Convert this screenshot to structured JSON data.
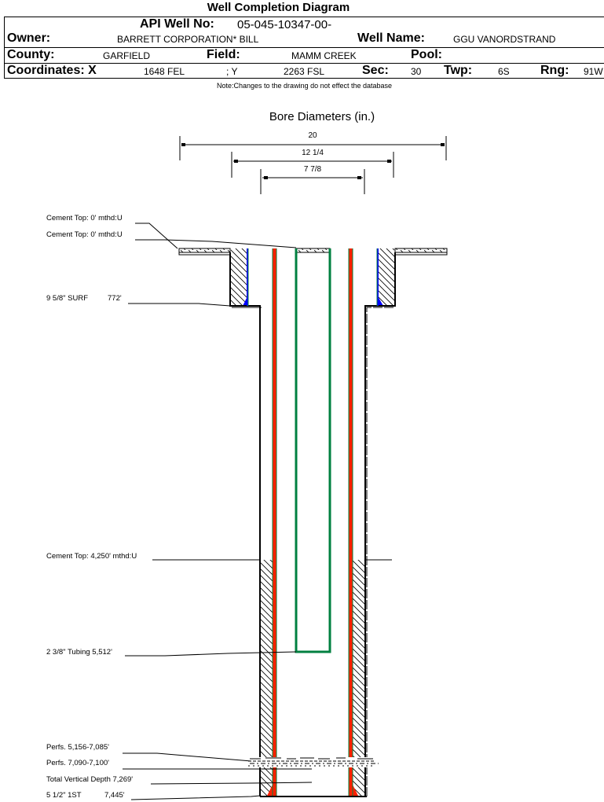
{
  "title": "Well Completion Diagram",
  "header": {
    "api_label": "API Well No:",
    "api_value": "05-045-10347-00-",
    "owner_label": "Owner:",
    "owner_value": "BARRETT CORPORATION* BILL",
    "well_name_label": "Well Name:",
    "well_name_value": "GGU VANORDSTRAND",
    "county_label": "County:",
    "county_value": "GARFIELD",
    "field_label": "Field:",
    "field_value": "MAMM CREEK",
    "pool_label": "Pool:",
    "pool_value": "",
    "coord_x_label": "Coordinates: X",
    "coord_x_value": "1648 FEL",
    "coord_y_label": "; Y",
    "coord_y_value": "2263 FSL",
    "sec_label": "Sec:",
    "sec_value": "30",
    "twp_label": "Twp:",
    "twp_value": "6S",
    "rng_label": "Rng:",
    "rng_value": "91W"
  },
  "note": "Note:Changes to the drawing do not effect the database",
  "bore": {
    "title": "Bore Diameters (in.)",
    "diameters": [
      "20",
      "12 1/4",
      "7 7/8"
    ]
  },
  "annotations": {
    "cement_top_1": "Cement Top: 0' mthd:U",
    "cement_top_2": "Cement Top: 0' mthd:U",
    "surface_casing": "9 5/8\" SURF",
    "surface_casing_depth": "772'",
    "cement_top_3": "Cement Top: 4,250' mthd:U",
    "tubing": "2 3/8\" Tubing 5,512'",
    "perfs_1": "Perfs. 5,156-7,085'",
    "perfs_2": "Perfs. 7,090-7,100'",
    "tvd": "Total Vertical Depth 7,269'",
    "production_casing": "5 1/2\" 1ST",
    "production_casing_depth": "7,445'"
  },
  "colors": {
    "production_casing": "#ff2000",
    "casing_edge": "#008040",
    "tubing": "#008040",
    "surface_liner": "#0000ff",
    "line": "#000000"
  }
}
